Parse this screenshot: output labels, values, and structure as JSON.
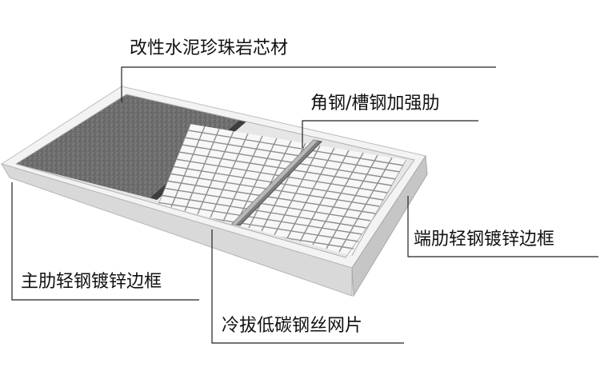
{
  "diagram": {
    "labels": {
      "core_material": "改性水泥珍珠岩芯材",
      "angle_steel": "角钢/槽钢加强肋",
      "end_frame": "端肋轻钢镀锌边框",
      "main_frame": "主肋轻钢镀锌边框",
      "wire_mesh": "冷拔低碳钢丝网片"
    },
    "colors": {
      "frame_top": "#f2f2f2",
      "frame_side": "#d6d6d6",
      "core": "#6f6f6f",
      "mesh_bg": "#f7f7f7",
      "mesh_line": "#9a9a9a",
      "leader": "#222222"
    }
  }
}
